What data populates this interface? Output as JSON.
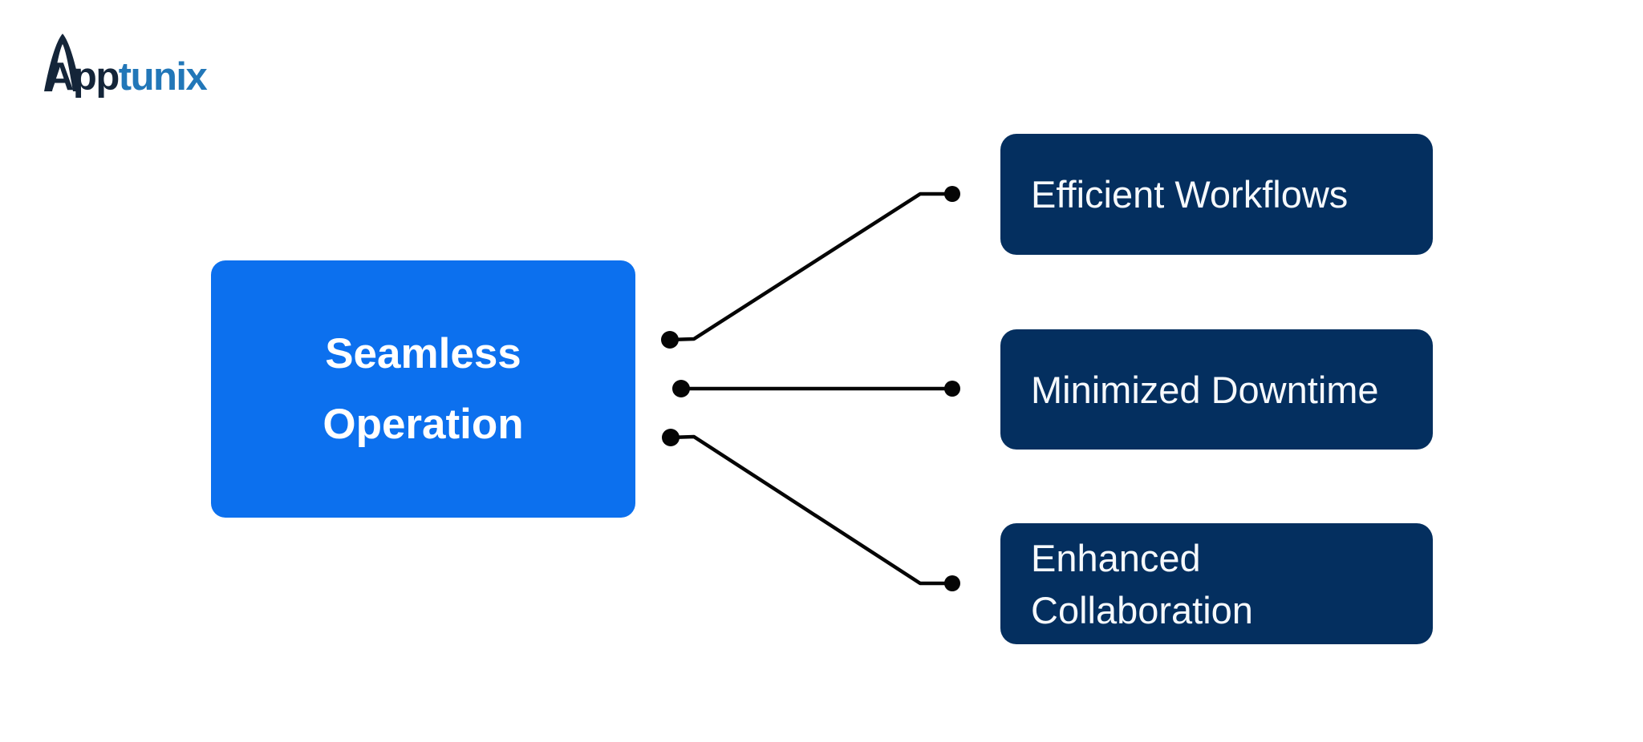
{
  "brand": {
    "name_prefix": "App",
    "name_suffix": "tunix",
    "prefix_color": "#142539",
    "suffix_color": "#2277b8"
  },
  "root_node": {
    "lines": [
      "Seamless",
      "Operation"
    ],
    "bg_color": "#0c70ee",
    "text_color": "#ffffff"
  },
  "branch_nodes": [
    {
      "lines": [
        "Efficient Workflows"
      ]
    },
    {
      "lines": [
        "Minimized Downtime"
      ]
    },
    {
      "lines": [
        "Enhanced",
        "Collaboration"
      ]
    }
  ],
  "branch_style": {
    "bg_color": "#042f5f",
    "text_color": "#f6f9fc"
  },
  "connectors": {
    "line_color": "#050505",
    "dot_color": "#050505"
  }
}
